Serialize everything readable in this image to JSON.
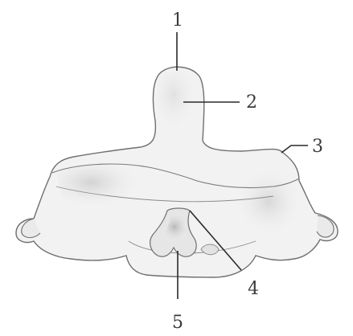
{
  "labels": {
    "l1": "1",
    "l2": "2",
    "l3": "3",
    "l4": "4",
    "l5": "5"
  },
  "colors": {
    "bone_fill": "#f2f2f2",
    "bone_outline": "#6f6f6f",
    "shading": "#9a9a9a",
    "label_text": "#3a3a3a",
    "leader_line": "#2a2a2a"
  }
}
